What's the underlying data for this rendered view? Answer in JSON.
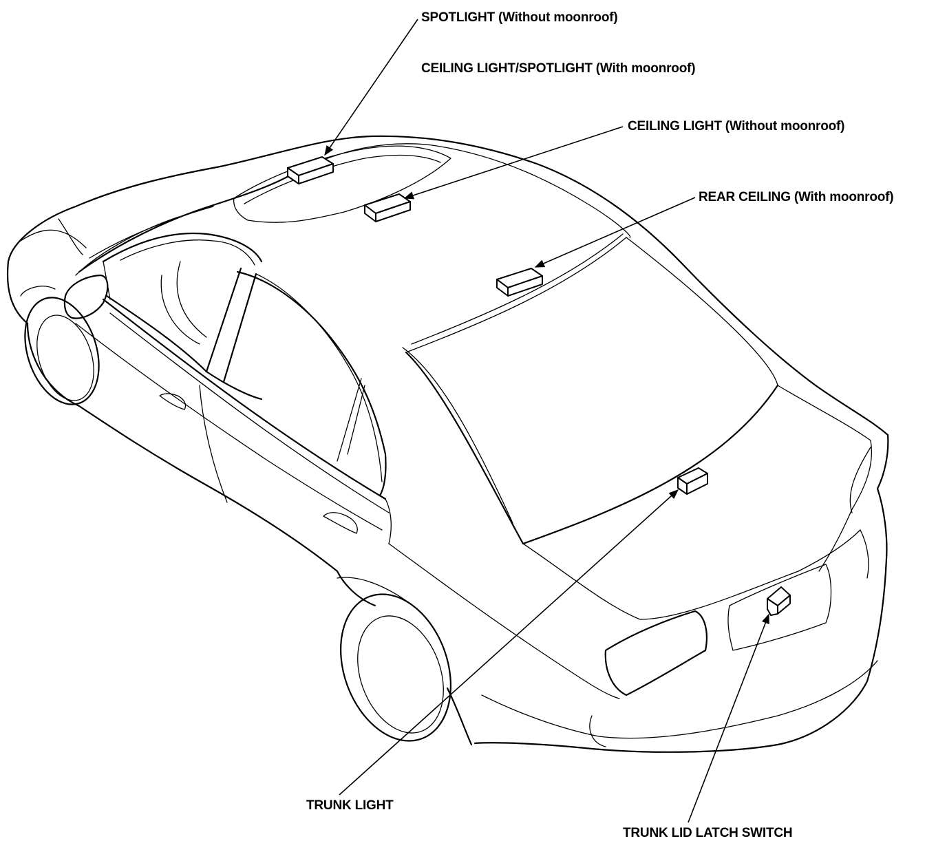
{
  "callouts": {
    "spotlight_without_moonroof": "SPOTLIGHT (Without moonroof)",
    "ceiling_spotlight_with_moonroof": "CEILING LIGHT/SPOTLIGHT (With moonroof)",
    "ceiling_light_without_moonroof": "CEILING LIGHT (Without moonroof)",
    "rear_ceiling_with_moonroof": "REAR CEILING (With moonroof)",
    "trunk_light": "TRUNK LIGHT",
    "trunk_lid_latch_switch": "TRUNK LID LATCH SWITCH"
  }
}
